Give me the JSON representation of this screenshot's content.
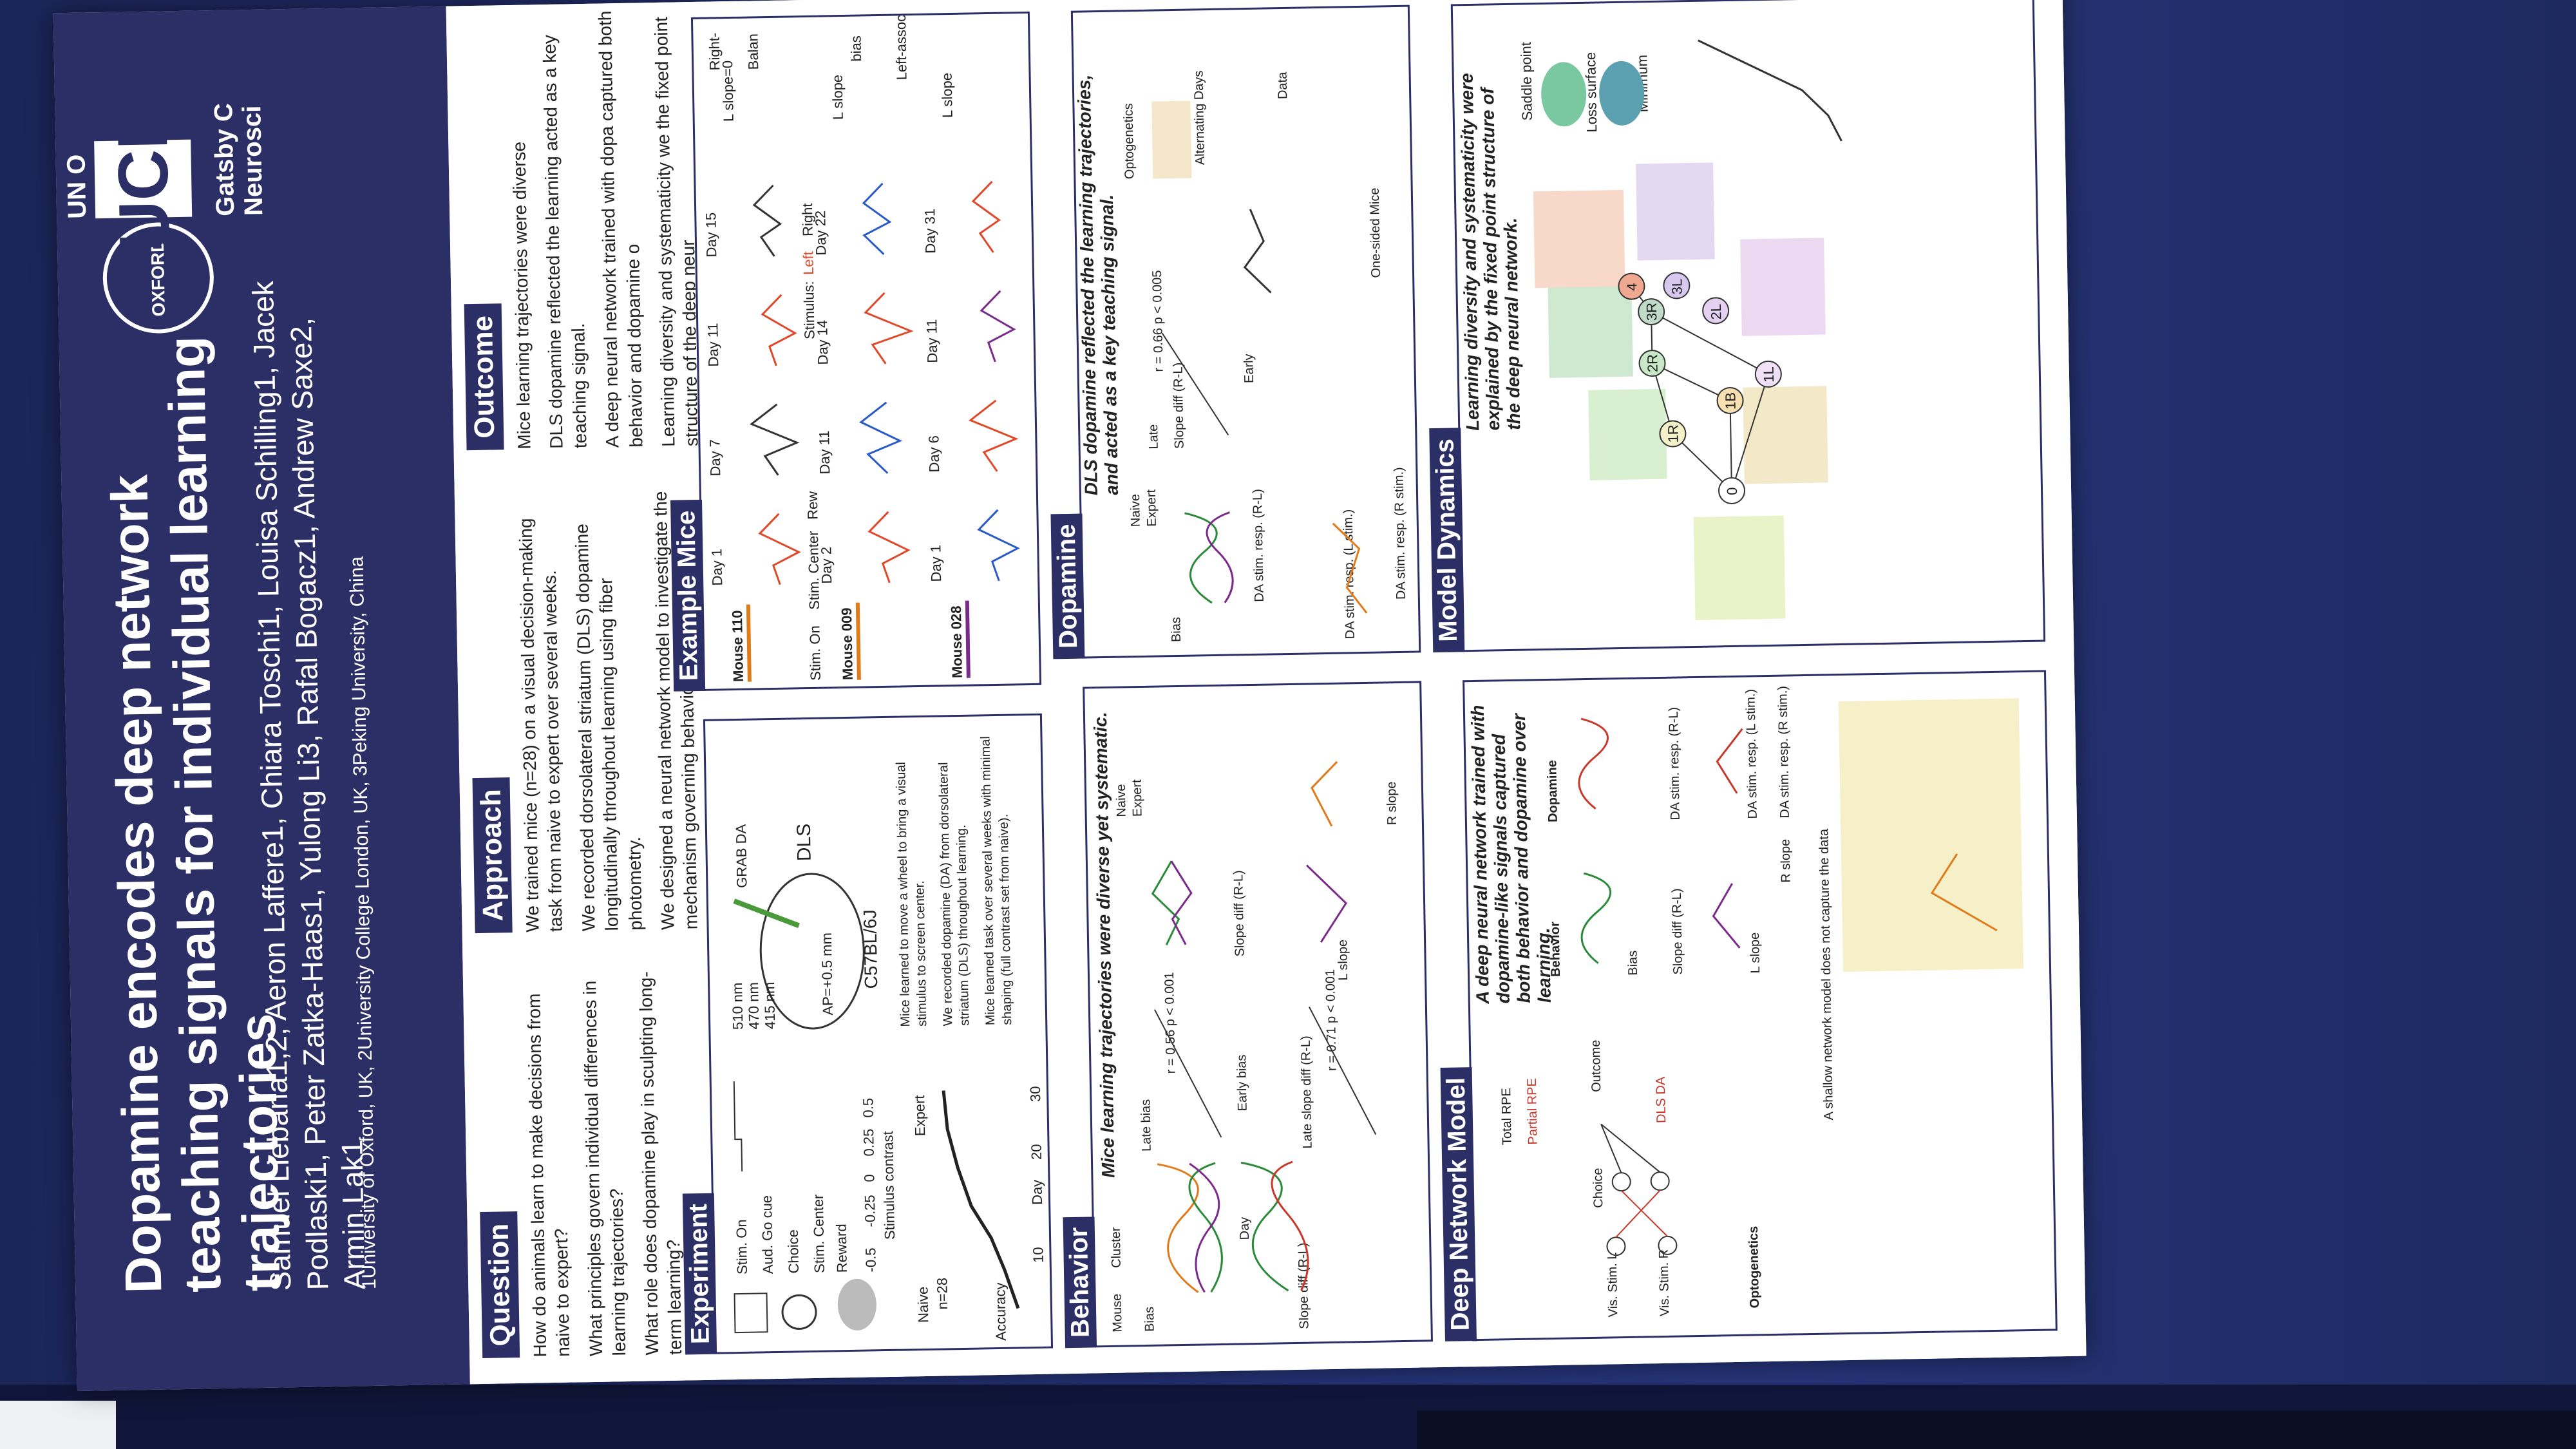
{
  "title": "Dopamine encodes deep network teaching signals for individual learning trajectories",
  "authors": "Samuel Liebana1,2, Aeron Laffere1, Chiara Toschi1, Louisa Schilling1, Jacek Podlaski1, Peter Zatka-Haas1, Yulong Li3, Rafal Bogacz1, Andrew Saxe2, Armin Lak1",
  "affiliations": "1University of Oxford, UK, 2University College London, UK, 3Peking University, China",
  "logos": {
    "oxford": "OXFORD",
    "ucl": "UCL",
    "institution_partial": "UN",
    "institution_partial2": "O",
    "gatsby": "Gatsby C Neurosci"
  },
  "sections": {
    "question": {
      "heading": "Question",
      "bullets": [
        "How do animals learn to make decisions from naive to expert?",
        "What principles govern individual differences in learning trajectories?",
        "What role does dopamine play in sculpting long-term learning?"
      ]
    },
    "approach": {
      "heading": "Approach",
      "bullets": [
        "We trained mice (n=28) on a visual decision-making task from naive to expert over several weeks.",
        "We recorded dorsolateral striatum (DLS) dopamine longitudinally throughout learning using fiber photometry.",
        "We designed a neural network model to investigate the mechanism governing behavior and dopamine over learning."
      ]
    },
    "outcome": {
      "heading": "Outcome",
      "bullets": [
        "Mice learning trajectories were diverse",
        "DLS dopamine reflected the learning acted as a key teaching signal.",
        "A deep neural network trained with dopa captured both behavior and dopamine o",
        "Learning diversity and systematicity we the fixed point structure of the deep neur"
      ]
    },
    "experiment": {
      "heading": "Experiment",
      "labels": [
        "Stim. On",
        "Aud. Go cue",
        "Choice",
        "Stim. Center",
        "Reward"
      ],
      "axis": "Stimulus contrast",
      "ticks": [
        "-0.5",
        "-0.25",
        "0",
        "0.25",
        "0.5"
      ],
      "naive_expert": [
        "Naive",
        "Expert"
      ],
      "n": "n=28",
      "accuracy": "Accuracy",
      "day": "Day",
      "day_ticks": [
        "10",
        "20",
        "30"
      ],
      "strain": "C57BL/6J",
      "region": "DLS",
      "sensor": "GRAB DA",
      "wavelengths": [
        "510 nm",
        "470 nm",
        "415 nm"
      ],
      "coords": "AP=+0.5 mm",
      "notes": [
        "Mice learned to move a wheel to bring a visual stimulus to screen center.",
        "We recorded dopamine (DA) from dorsolateral striatum (DLS) throughout learning.",
        "Mice learned task over several weeks with minimal shaping (full contrast set from naive)."
      ]
    },
    "example_mice": {
      "heading": "Example Mice",
      "mice": [
        "Mouse 110",
        "Mouse 009",
        "Mouse 028"
      ],
      "days_row1": [
        "Day 1",
        "Day 7",
        "Day 11",
        "Day 15"
      ],
      "days_row2": [
        "Day 2",
        "Day 11",
        "Day 14",
        "Day 22"
      ],
      "days_row3": [
        "Day 1",
        "Day 6",
        "Day 11",
        "Day 31"
      ],
      "stim_labels": [
        "Stim. On",
        "Stim. Center",
        "Rew"
      ],
      "stimulus": "Stimulus:",
      "left": "Left",
      "right": "Right",
      "side_labels": [
        "L slope=0",
        "Balan",
        "Right-",
        "L slope",
        "Left-associat",
        "L slope",
        "bias"
      ]
    },
    "behavior": {
      "heading": "Behavior",
      "callout": "Mice learning trajectories were diverse yet systematic.",
      "axes": [
        "Bias",
        "Day",
        "Slope diff (R-L)",
        "Late bias",
        "Early bias",
        "Late slope diff (R-L)",
        "Slope diff (R-L)",
        "L slope",
        "R slope"
      ],
      "legend": [
        "Mouse",
        "Cluster",
        "Naive",
        "Expert"
      ],
      "stats": [
        "r = 0.56  p < 0.001",
        "r = 0.71  p < 0.001"
      ]
    },
    "dopamine": {
      "heading": "Dopamine",
      "callout": "DLS dopamine reflected the learning trajectories, and acted as a key teaching signal.",
      "axes": [
        "Bias",
        "DA stim. resp. (R-L)",
        "DA stim. resp. (L stim.)",
        "DA stim. resp. (R stim.)",
        "Slope diff (R-L)",
        "Late",
        "Early"
      ],
      "stats": [
        "r = 0.66  p < 0.005"
      ],
      "legend": [
        "Naive",
        "Expert"
      ],
      "side": [
        "Optogenetics",
        "Alternating Days",
        "Data",
        "One-sided Mice"
      ]
    },
    "deep_network": {
      "heading": "Deep Network Model",
      "callout": "A deep neural network trained with dopamine-like signals captured both behavior and dopamine over learning.",
      "labels": [
        "Behavior",
        "Dopamine",
        "Partial RPE",
        "Total RPE",
        "Choice",
        "Outcome",
        "DLS DA",
        "Vis. Stim. L",
        "Vis. Stim. R",
        "Optogenetics"
      ],
      "shallow": "A shallow network model does not capture the data",
      "axes": [
        "Bias",
        "Slope diff (R-L)",
        "L slope",
        "R slope",
        "DA stim. resp. (R-L)",
        "DA stim. resp. (L stim.)",
        "DA stim. resp. (R stim.)"
      ]
    },
    "model_dynamics": {
      "heading": "Model Dynamics",
      "callout": "Learning diversity and systematicity were explained by the fixed point structure of the deep neural network.",
      "nodes": [
        "0",
        "1R",
        "1B",
        "1L",
        "2R",
        "2L",
        "3R",
        "3L",
        "4"
      ],
      "side": [
        "Saddle point",
        "Minimum",
        "Loss surface"
      ]
    }
  }
}
